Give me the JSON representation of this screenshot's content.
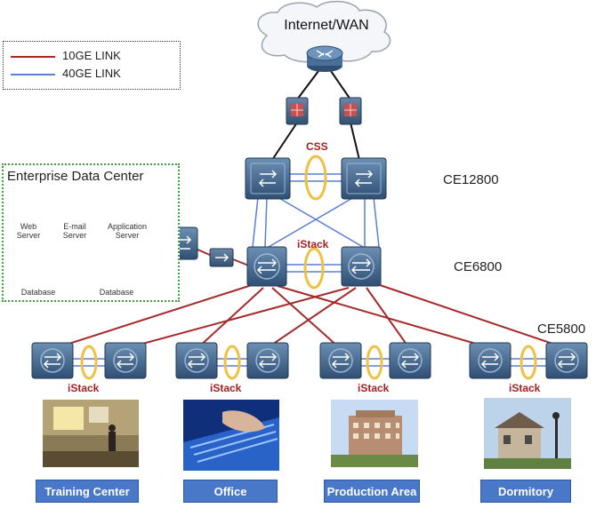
{
  "legend": {
    "items": [
      {
        "label": "10GE LINK",
        "color": "#a52a2a"
      },
      {
        "label": "40GE LINK",
        "color": "#5a7fd6"
      }
    ]
  },
  "cloud": {
    "label": "Internet/WAN"
  },
  "core": {
    "model": "CE12800",
    "stack_label": "CSS"
  },
  "aggregation": {
    "model": "CE6800",
    "stack_label": "iStack"
  },
  "access": {
    "model": "CE5800"
  },
  "data_center": {
    "title": "Enterprise Data Center",
    "servers": [
      {
        "label": "Web Server"
      },
      {
        "label": "E-mail Server"
      },
      {
        "label": "Application Server"
      }
    ],
    "databases": [
      {
        "label": "Database"
      },
      {
        "label": "Database"
      }
    ]
  },
  "areas": [
    {
      "label": "Training Center",
      "stack_label": "iStack"
    },
    {
      "label": "Office",
      "stack_label": "iStack"
    },
    {
      "label": "Production Area",
      "stack_label": "iStack"
    },
    {
      "label": "Dormitory",
      "stack_label": "iStack"
    }
  ],
  "colors": {
    "link_10ge": "#a52a2a",
    "link_40ge": "#5a7fd6",
    "device": "#3d6186",
    "area_label_bg": "#4a78c8",
    "stack_ring": "#f0c040"
  }
}
